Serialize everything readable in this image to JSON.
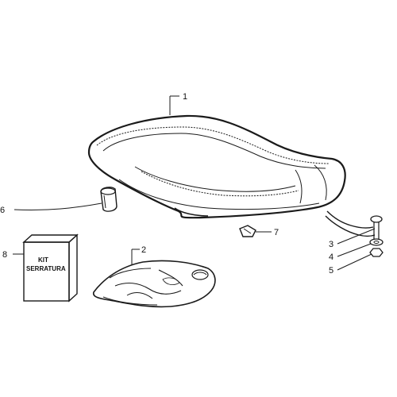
{
  "callouts": {
    "c1": "1",
    "c2": "2",
    "c3": "3",
    "c4": "4",
    "c5": "5",
    "c6": "6",
    "c7": "7",
    "c8": "8"
  },
  "kit_box": {
    "line1": "KIT",
    "line2": "SERRATURA"
  }
}
